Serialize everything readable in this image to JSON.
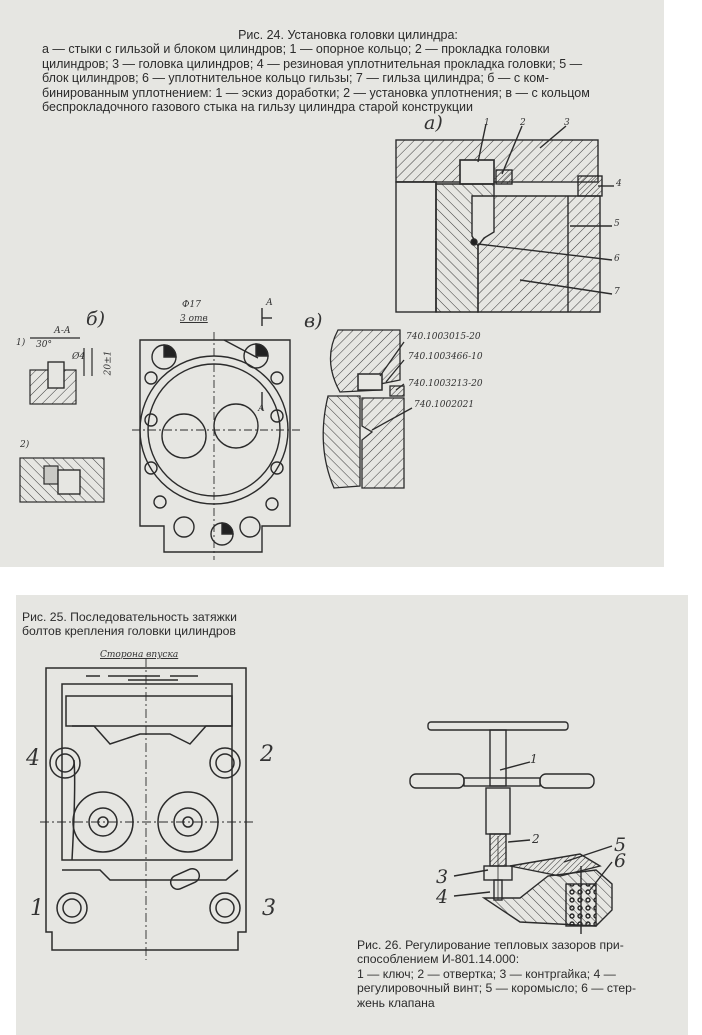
{
  "figure24": {
    "title": "Рис. 24. Установка головки цилиндра:",
    "caption_lines": [
      "а — стыки с гильзой и блоком цилиндров; 1 — опорное кольцо; 2 — прокладка головки",
      "цилиндров; 3 — головка цилиндров; 4 — резиновая уплотнительная прокладка головки; 5 —",
      "блок цилиндров; 6 — уплотнительное кольцо гильзы; 7 — гильза цилиндра; б — с ком-",
      "бинированным уплотнением: 1 — эскиз доработки; 2 — установка уплотнения; в — с кольцом",
      "беспрокладочного газового стыка на гильзу цилиндра старой конструкции"
    ],
    "view_a_label": "а)",
    "view_b_label": "б)",
    "view_v_label": "в)",
    "view_a_callouts": [
      "1",
      "2",
      "3",
      "4",
      "5",
      "6",
      "7"
    ],
    "section_label": "А-А",
    "sketch1_label": "1)",
    "sketch2_label": "2)",
    "angle_label": "30°",
    "diameter_label": "Ø4",
    "depth_label": "20±1",
    "hole_label_line1": "Ф17",
    "hole_label_line2": "3 отв",
    "section_mark_letter": "А",
    "part_numbers": [
      "740.1003015-20",
      "740.1003466-10",
      "740.1003213-20",
      "740.1002021"
    ]
  },
  "figure25": {
    "title_lines": [
      "Рис. 25. Последовательность затяжки",
      "болтов крепления головки цилиндров"
    ],
    "intake_side_label": "Сторона впуска",
    "bolt_numbers": [
      "1",
      "2",
      "3",
      "4"
    ]
  },
  "figure26": {
    "caption_lines": [
      "Рис. 26. Регулирование тепловых зазоров при-",
      "способлением И-801.14.000:",
      "1 — ключ; 2 — отвертка; 3 — контргайка; 4 —",
      "регулировочный винт; 5 — коромысло; 6 — стер-",
      "жень клапана"
    ],
    "callouts": [
      "1",
      "2",
      "3",
      "4",
      "5",
      "6"
    ]
  },
  "colors": {
    "paper": "#e6e6e2",
    "ink": "#2b2b2b",
    "background": "#ffffff"
  }
}
